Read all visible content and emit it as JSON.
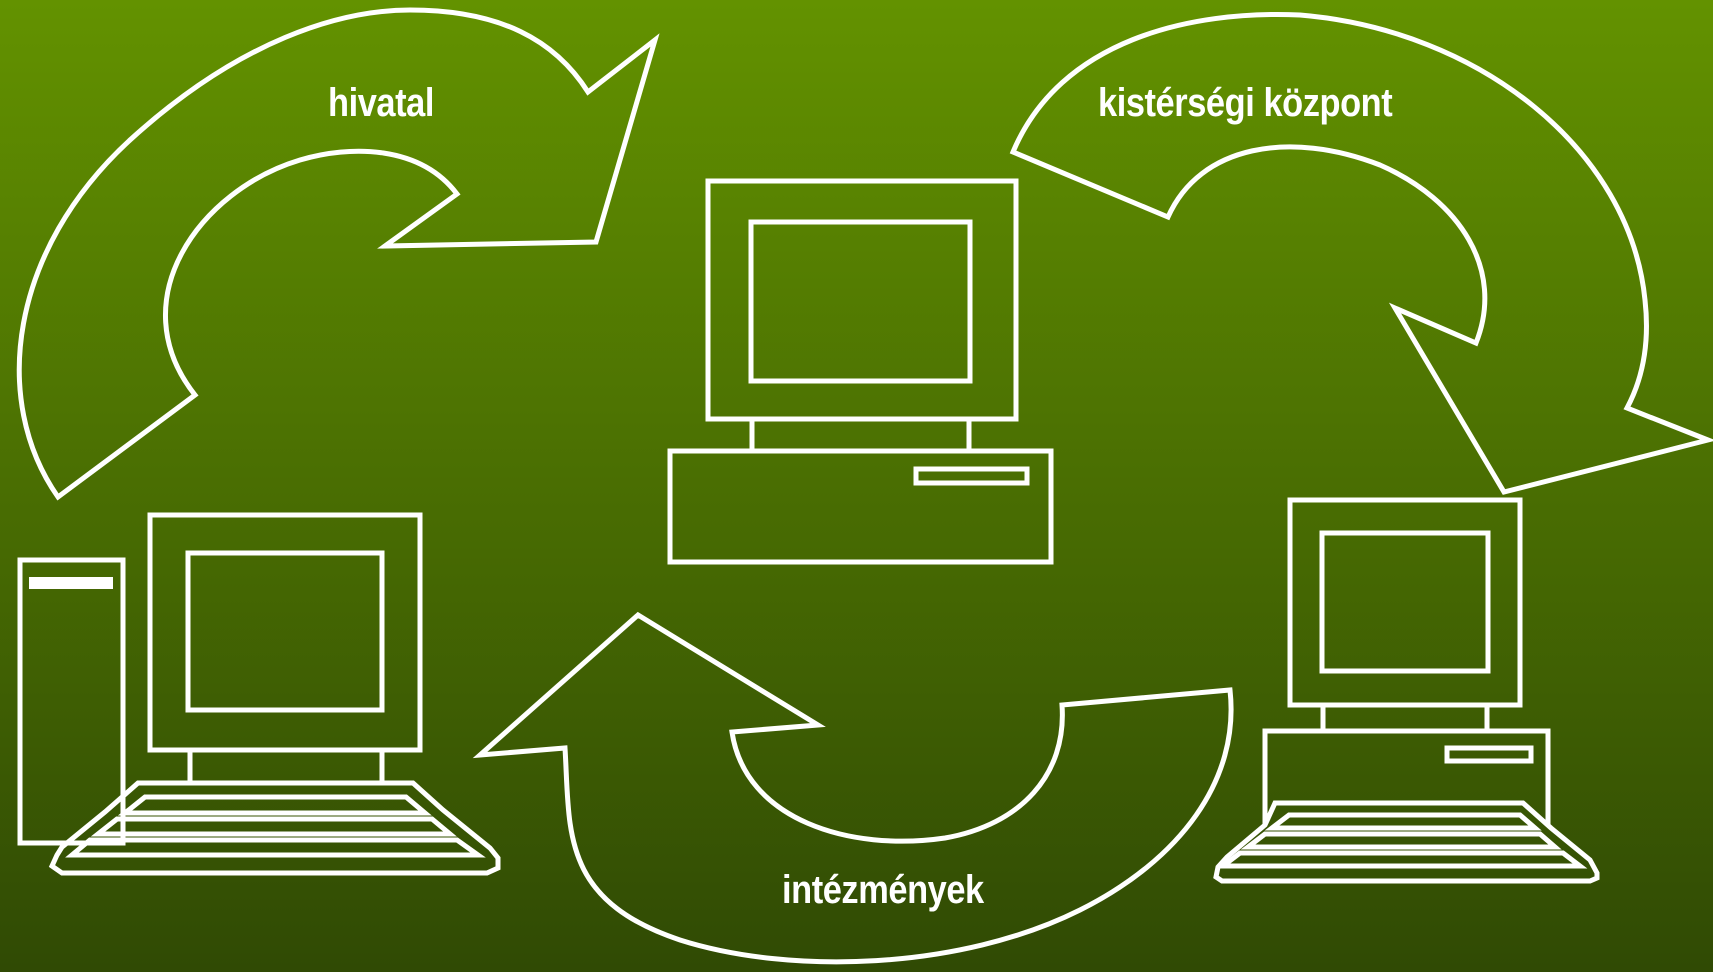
{
  "diagram": {
    "background": {
      "top_color": "#639200",
      "bottom_color": "#304a04"
    },
    "outline_color": "#ffffff",
    "labels": {
      "hivatal": "hivatal",
      "kisterseg": "kistérségi központ",
      "intezmenyek": "intézmények"
    },
    "nodes": [
      {
        "id": "center",
        "icon": "desktop-computer-icon"
      },
      {
        "id": "left",
        "icon": "tower-computer-with-keyboard-icon"
      },
      {
        "id": "right",
        "icon": "desktop-computer-with-keyboard-icon"
      }
    ],
    "arrows": [
      {
        "id": "top-left",
        "icon": "curved-arrow-icon",
        "label": "hivatal"
      },
      {
        "id": "top-right",
        "icon": "curved-arrow-icon",
        "label": "kistérségi központ"
      },
      {
        "id": "bottom",
        "icon": "curved-arrow-icon",
        "label": "intézmények"
      }
    ]
  }
}
